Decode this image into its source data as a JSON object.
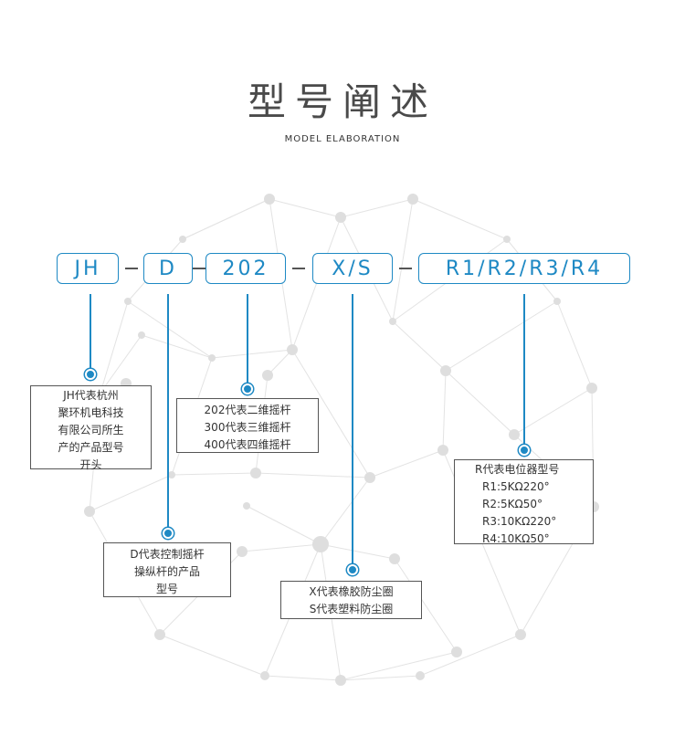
{
  "heading": {
    "title": "型号阐述",
    "subtitle": "MODEL ELABORATION"
  },
  "codes": {
    "jh": "JH",
    "d": "D",
    "axis": "202",
    "xs": "X/S",
    "r": "R1/R2/R3/R4",
    "separator": "-"
  },
  "descriptions": {
    "jh": [
      "JH代表杭州",
      "聚环机电科技",
      "有限公司所生",
      "产的产品型号",
      "开头"
    ],
    "d": [
      "D代表控制摇杆",
      "操纵杆的产品",
      "型号"
    ],
    "axis": [
      "202代表二维摇杆",
      "300代表三维摇杆",
      "400代表四维摇杆"
    ],
    "xs": [
      "X代表橡胶防尘圈",
      "S代表塑料防尘圈"
    ],
    "r": [
      "R代表电位器型号",
      "R1:5KΩ220°",
      "R2:5KΩ50°",
      "R3:10KΩ220°",
      "R4:10KΩ50°"
    ]
  },
  "colors": {
    "accent": "#1e89c4",
    "text": "#333333",
    "network": "#d9d9d9"
  }
}
